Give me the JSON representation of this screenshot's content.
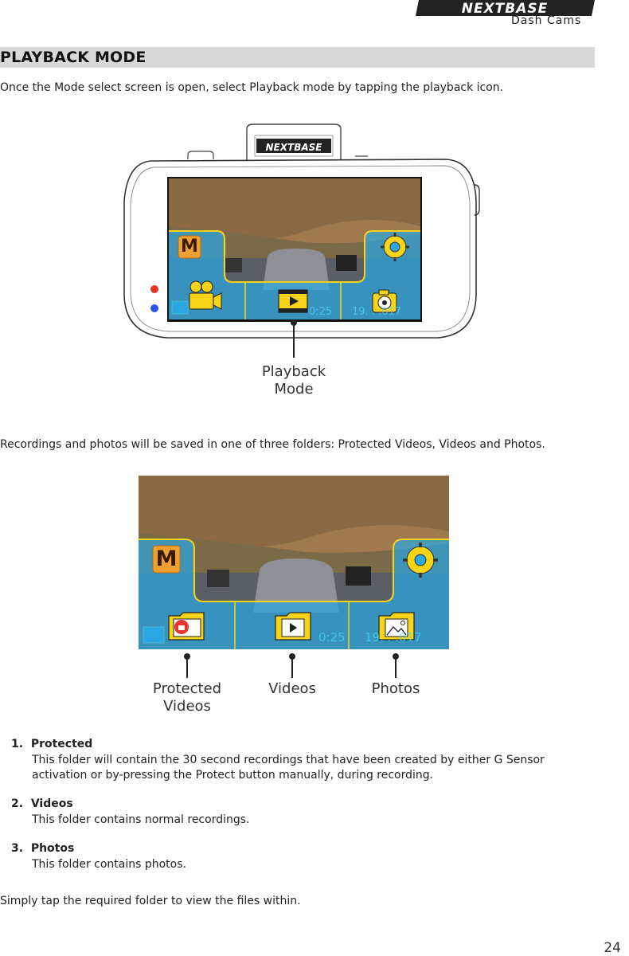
{
  "header": {
    "brand": "NEXTBASE",
    "brand_sub": "Dash Cams"
  },
  "section": {
    "title": "PLAYBACK MODE",
    "intro": "Once the Mode select screen is open, select Playback mode by tapping the playback icon."
  },
  "device": {
    "logo": "NEXTBASE",
    "screen": {
      "mode_letter": "M",
      "time_text": "0:25",
      "date_text": "19.  .  .017",
      "icons": [
        "mode-icon",
        "settings-gear-icon",
        "video-camera-icon",
        "playback-icon",
        "camera-icon"
      ]
    },
    "callout_line1": "Playback",
    "callout_line2": "Mode"
  },
  "folders": {
    "intro": "Recordings and photos will be saved in one of three folders: Protected Videos, Videos and Photos.",
    "screen": {
      "mode_letter": "M",
      "time_text": "0:25",
      "date_text": "19.  .  .017",
      "icons": [
        "mode-icon",
        "settings-gear-icon",
        "protected-folder-icon",
        "video-folder-icon",
        "photo-folder-icon"
      ]
    },
    "labels": {
      "protected_line1": "Protected",
      "protected_line2": "Videos",
      "videos": "Videos",
      "photos": "Photos"
    }
  },
  "list": [
    {
      "number": "1.",
      "title": "Protected",
      "desc_line1": "This folder will contain the 30 second recordings that have been created by either G Sensor",
      "desc_line2": "activation or by-pressing the Protect button manually, during recording."
    },
    {
      "number": "2.",
      "title": "Videos",
      "desc_line1": "This folder contains normal recordings."
    },
    {
      "number": "3.",
      "title": "Photos",
      "desc_line1": "This folder contains photos."
    }
  ],
  "closing": "Simply tap the required folder to view the files within.",
  "page_number": "24",
  "colors": {
    "overlay_blue": "#2aa6e0",
    "icon_yellow": "#f7d417",
    "mode_orange": "#f0a030",
    "section_bg": "#d9d9d9"
  }
}
